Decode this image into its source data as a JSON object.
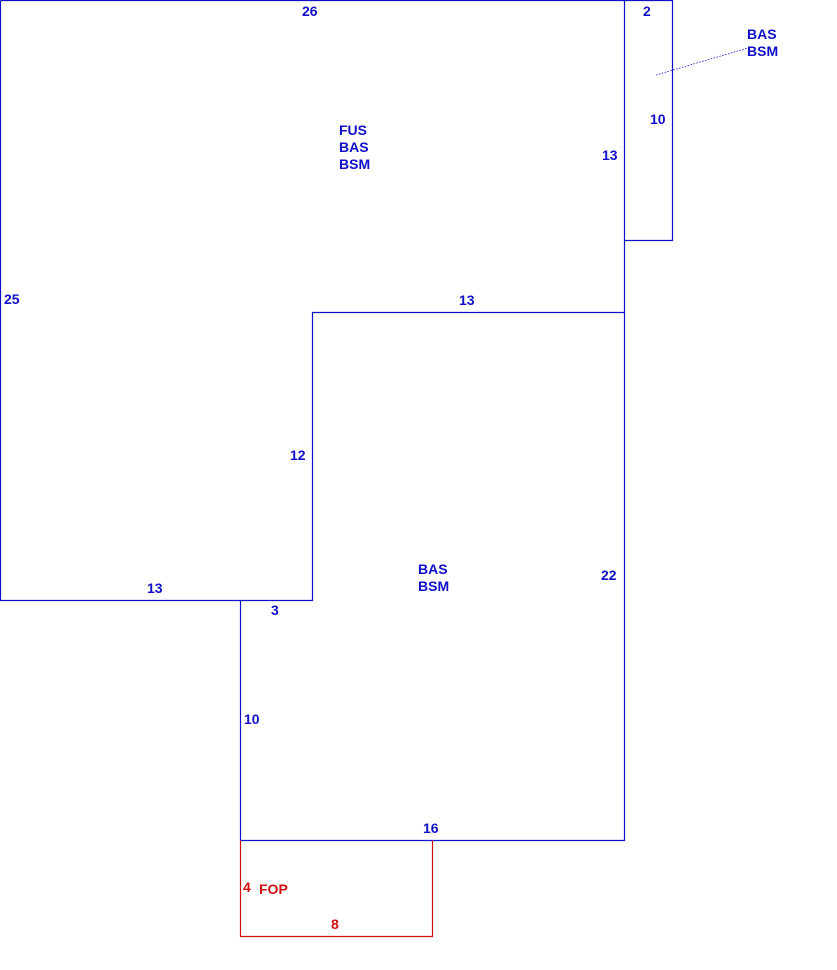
{
  "colors": {
    "main": "#1010c8",
    "porch": "#d01010"
  },
  "dimensions": {
    "top_width": "26",
    "left_height": "25",
    "upper_right_height": "13",
    "inner_top_width": "13",
    "inner_vertical": "12",
    "lower_left_width": "13",
    "step_width": "3",
    "lower_left_height": "10",
    "right_height": "22",
    "bottom_width": "16",
    "addon_width": "2",
    "addon_height": "10",
    "porch_height": "4",
    "porch_width": "8"
  },
  "areas": {
    "upper": [
      "FUS",
      "BAS",
      "BSM"
    ],
    "lower": [
      "BAS",
      "BSM"
    ],
    "addon": [
      "BAS",
      "BSM"
    ],
    "porch": "FOP"
  }
}
